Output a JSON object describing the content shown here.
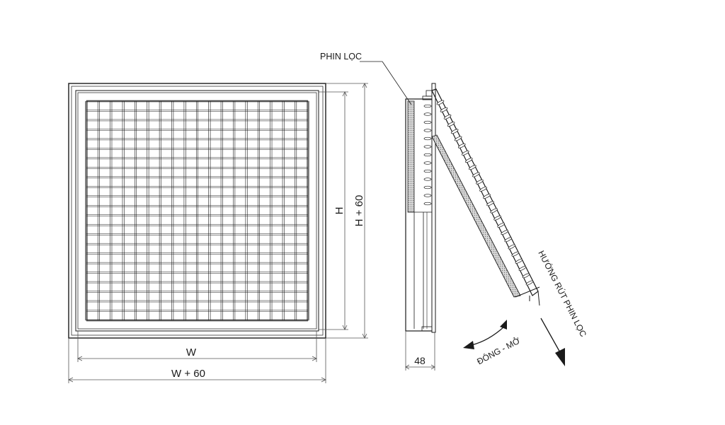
{
  "diagram": {
    "filter_label": "PHIN LỌC",
    "dim_height": "H",
    "dim_height_outer": "H + 60",
    "dim_width": "W",
    "dim_width_outer": "W + 60",
    "dim_depth": "48",
    "open_close_label": "ĐÓNG - MỞ",
    "pull_direction_label": "HƯỚNG RÚT PHIN LỌC"
  },
  "colors": {
    "line": "#1a1a1a",
    "dimension_line": "#555555",
    "filter_fill": "#bdbdbd",
    "background": "#ffffff"
  }
}
